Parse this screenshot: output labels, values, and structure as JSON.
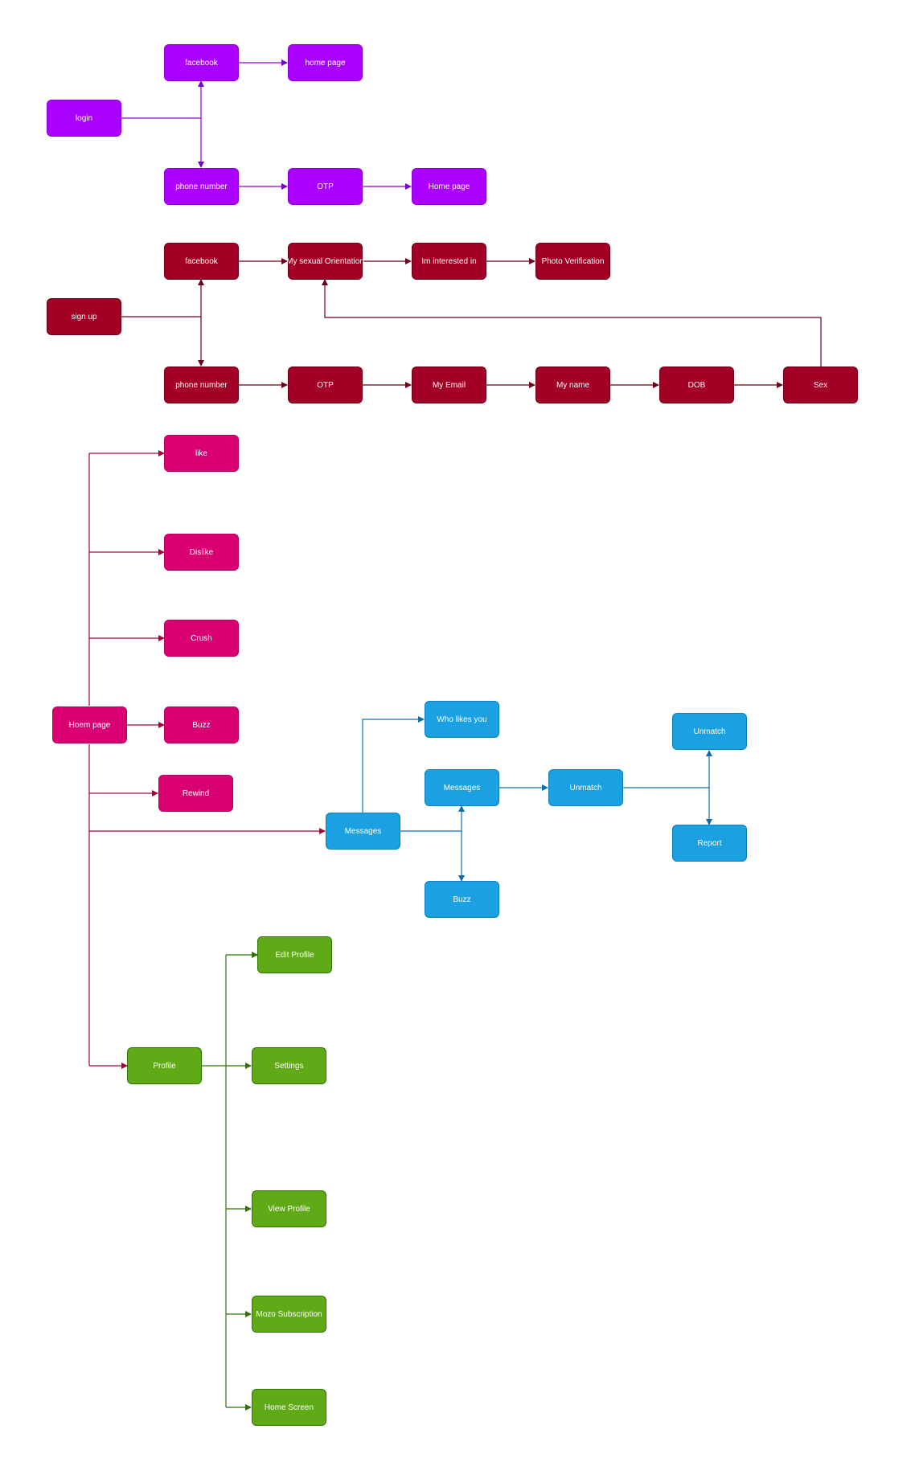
{
  "colors": {
    "login_flow": "#aa00ff",
    "signup_flow": "#a20025",
    "home_flow": "#d80073",
    "messages_flow": "#1ba1e2",
    "profile_flow": "#60a917",
    "background": "#ffffff"
  },
  "login": {
    "root": "login",
    "facebook": "facebook",
    "home_page": "home page",
    "phone_number": "phone number",
    "otp": "OTP",
    "home_page_2": "Home page"
  },
  "signup": {
    "root": "sign up",
    "facebook": "facebook",
    "sexual_orientation": "My sexual Orientation",
    "interested_in": "Im interested in",
    "photo_verification": "Photo Verification",
    "phone_number": "phone number",
    "otp": "OTP",
    "email": "My Email",
    "name": "My name",
    "dob": "DOB",
    "sex": "Sex"
  },
  "home": {
    "root": "Hoem page",
    "like": "like",
    "dislike": "Dislike",
    "crush": "Crush",
    "buzz": "Buzz",
    "rewind": "Rewind",
    "messages": "Messages",
    "profile": "Profile"
  },
  "messages": {
    "who_likes_you": "Who likes you",
    "messages": "Messages",
    "unmatch": "Unmatch",
    "buzz": "Buzz",
    "unmatch_2": "Unmatch",
    "report": "Report"
  },
  "profile": {
    "edit_profile": "Edit Profile",
    "settings": "Settings",
    "view_profile": "View Profile",
    "subscription": "Mozo Subscription",
    "home_screen": "Home Screen"
  }
}
